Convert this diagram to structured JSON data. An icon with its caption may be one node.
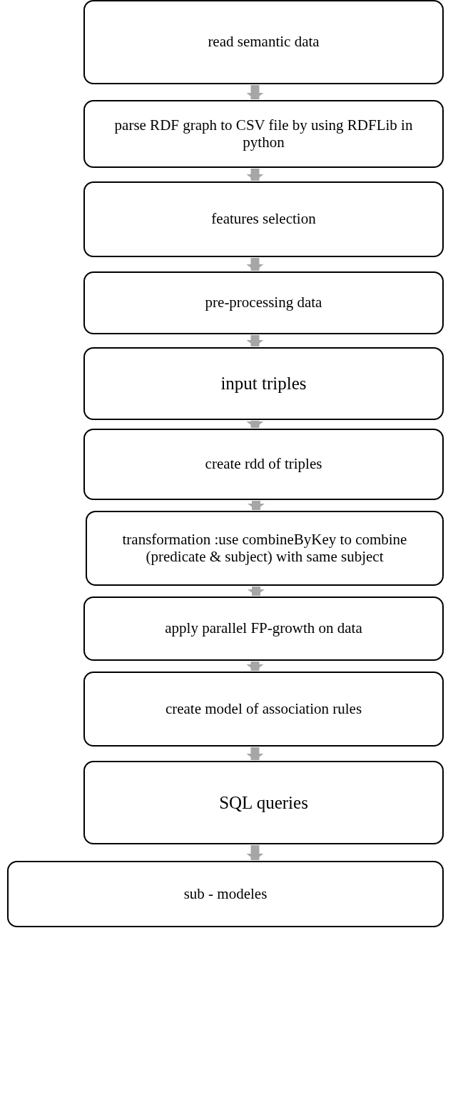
{
  "diagram": {
    "nodes": [
      {
        "text": [
          "read semantic data"
        ]
      },
      {
        "text": [
          "parse RDF graph to CSV file by using RDFLib in python"
        ]
      },
      {
        "text": [
          "features selection"
        ]
      },
      {
        "text": [
          "pre-processing data"
        ]
      },
      {
        "text": [
          "input triples"
        ]
      },
      {
        "text": [
          "create rdd of triples"
        ]
      },
      {
        "text": [
          "transformation :use combineByKey to combine (predicate & subject) with same subject"
        ]
      },
      {
        "text": [
          "apply parallel FP-growth on data"
        ]
      },
      {
        "text": [
          "create model of association rules"
        ]
      },
      {
        "text": [
          "SQL queries"
        ]
      },
      {
        "text": [
          "sub - modeles"
        ]
      }
    ],
    "edges": [
      {
        "from": 0,
        "to": 1,
        "arrow": "to"
      },
      {
        "from": 1,
        "to": 2,
        "arrow": "to"
      },
      {
        "from": 2,
        "to": 3,
        "arrow": "to"
      },
      {
        "from": 3,
        "to": 4,
        "arrow": "to"
      },
      {
        "from": 4,
        "to": 5,
        "arrow": "to"
      },
      {
        "from": 5,
        "to": 6,
        "arrow": "to"
      },
      {
        "from": 6,
        "to": 7,
        "arrow": "to"
      },
      {
        "from": 7,
        "to": 8,
        "arrow": "to"
      },
      {
        "from": 8,
        "to": 9,
        "arrow": "to"
      },
      {
        "from": 9,
        "to": 10,
        "arrow": "to"
      }
    ]
  }
}
